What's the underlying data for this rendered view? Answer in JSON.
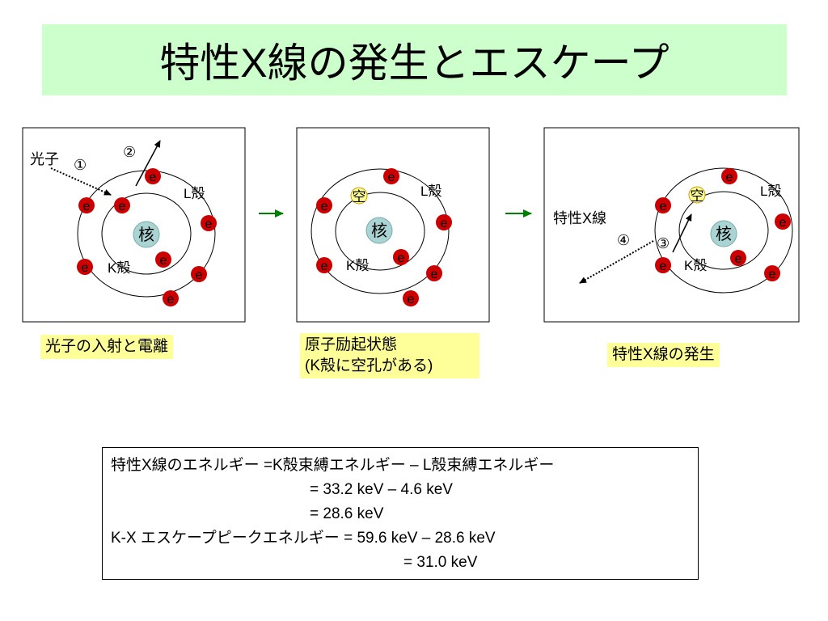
{
  "title": "特性X線の発生とエスケープ",
  "electron_symbol": "e",
  "nucleus_label": "核",
  "vacancy_label": "空",
  "shell_labels": {
    "L": "L殻",
    "K": "K殻"
  },
  "panel1": {
    "photon_label": "光子",
    "step1": "①",
    "step2": "②"
  },
  "panel3": {
    "xray_label": "特性X線",
    "step3": "③",
    "step4": "④"
  },
  "captions": {
    "c1": "光子の入射と電離",
    "c2_line1": "原子励起状態",
    "c2_line2": "(K殻に空孔がある)",
    "c3": "特性X線の発生"
  },
  "formula": {
    "line1": "特性X線のエネルギー =K殻束縛エネルギー – L殻束縛エネルギー",
    "line2": "= 33.2 keV – 4.6 keV",
    "line3": "= 28.6 keV",
    "line4": "K-X エスケープピークエネルギー = 59.6 keV – 28.6 keV",
    "line5": "= 31.0 keV"
  },
  "colors": {
    "title_bg": "#ccffcc",
    "caption_bg": "#ffff99",
    "electron": "#cc0000",
    "nucleus": "#aad4d4",
    "arrow_green": "#008000"
  }
}
